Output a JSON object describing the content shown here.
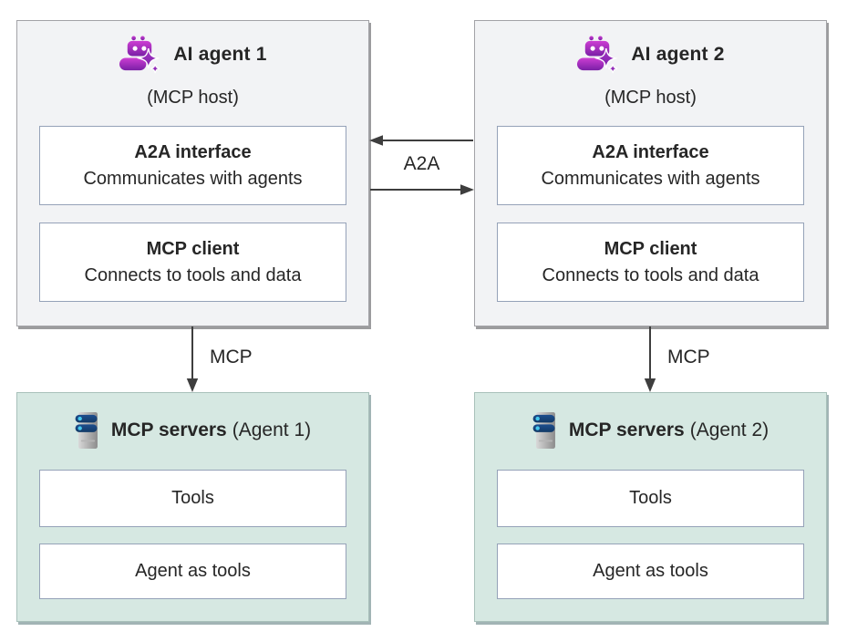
{
  "agents": [
    {
      "title": "AI agent 1",
      "subtitle": "(MCP host)",
      "modules": [
        {
          "title": "A2A interface",
          "description": "Communicates with agents"
        },
        {
          "title": "MCP client",
          "description": "Connects to tools and data"
        }
      ]
    },
    {
      "title": "AI agent 2",
      "subtitle": "(MCP host)",
      "modules": [
        {
          "title": "A2A interface",
          "description": "Communicates with agents"
        },
        {
          "title": "MCP client",
          "description": "Connects to tools and data"
        }
      ]
    }
  ],
  "server_groups": [
    {
      "title": "MCP servers",
      "note": "(Agent 1)",
      "modules": [
        {
          "label": "Tools"
        },
        {
          "label": "Agent as tools"
        }
      ]
    },
    {
      "title": "MCP servers",
      "note": "(Agent 2)",
      "modules": [
        {
          "label": "Tools"
        },
        {
          "label": "Agent as tools"
        }
      ]
    }
  ],
  "connections": {
    "a2a_label": "A2A",
    "mcp_label_1": "MCP",
    "mcp_label_2": "MCP"
  },
  "icons": {
    "agent": "ai-agent-bot-sparkle-icon",
    "server": "server-stack-icon"
  },
  "colors": {
    "agent_card_bg": "#f2f3f5",
    "agent_card_border": "#a3a3a7",
    "server_card_bg": "#d6e8e2",
    "server_card_border": "#a8c0ba",
    "module_bg": "#ffffff",
    "module_border": "#95a2b8",
    "text": "#262626",
    "arrow": "#3e3e3e",
    "agent_icon_gradient_top": "#cd3ed3",
    "agent_icon_gradient_bottom": "#7a1fa6",
    "server_bar_blue": "#17457e",
    "server_dot_cyan": "#45c7ee",
    "server_tower_gray_light": "#d9d9d9",
    "server_tower_gray_dark": "#8c8c8c"
  }
}
